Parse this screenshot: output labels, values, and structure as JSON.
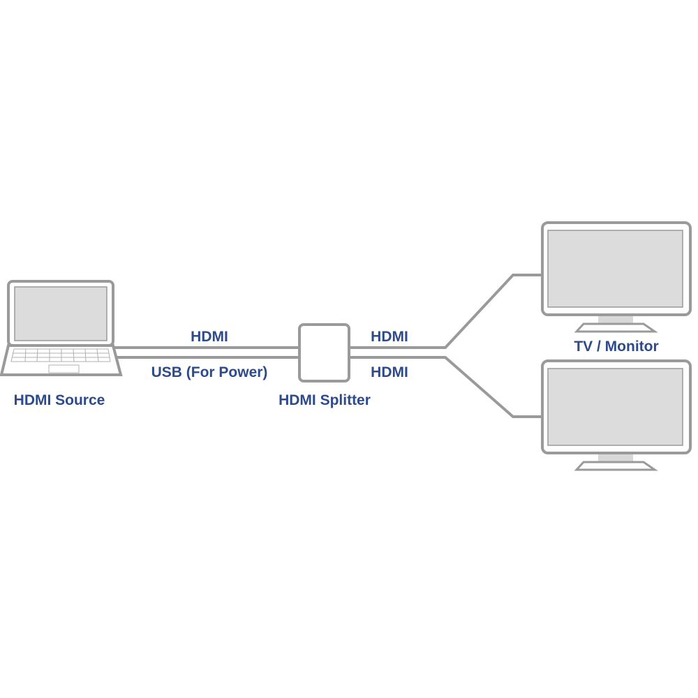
{
  "diagram": {
    "source": {
      "label": "HDMI Source"
    },
    "splitter": {
      "label": "HDMI Splitter"
    },
    "display": {
      "label": "TV / Monitor"
    },
    "cables": {
      "input_hdmi": "HDMI",
      "input_usb": "USB (For Power)",
      "output_1": "HDMI",
      "output_2": "HDMI"
    }
  },
  "colors": {
    "label": "#2c4a8c",
    "line": "#9a9a9a",
    "screen": "#dcdcdc"
  }
}
